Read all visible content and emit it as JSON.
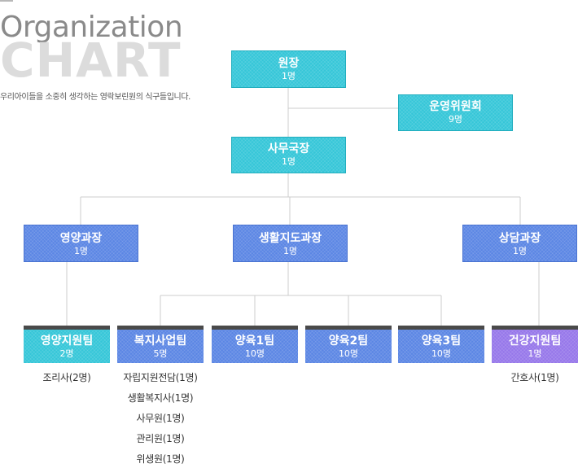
{
  "header": {
    "title_line1": "Organization",
    "title_line2": "CHART",
    "subtitle": "우리아이들을 소중히 생각하는 영락보린원의 식구들입니다."
  },
  "colors": {
    "teal": "#35c6d8",
    "blue": "#5b86e4",
    "purple": "#9677ea",
    "connector": "#cccccc"
  },
  "nodes": {
    "director": {
      "title": "원장",
      "count": "1명"
    },
    "committee": {
      "title": "운영위원회",
      "count": "9명"
    },
    "secretary_general": {
      "title": "사무국장",
      "count": "1명"
    },
    "nutrition_head": {
      "title": "영양과장",
      "count": "1명"
    },
    "life_guidance_head": {
      "title": "생활지도과장",
      "count": "1명"
    },
    "counseling_head": {
      "title": "상담과장",
      "count": "1명"
    },
    "nutrition_support": {
      "title": "영양지원팀",
      "count": "2명"
    },
    "welfare_team": {
      "title": "복지사업팀",
      "count": "5명"
    },
    "care_team_1": {
      "title": "양육1팀",
      "count": "10명"
    },
    "care_team_2": {
      "title": "양육2팀",
      "count": "10명"
    },
    "care_team_3": {
      "title": "양육3팀",
      "count": "10명"
    },
    "health_support": {
      "title": "건강지원팀",
      "count": "1명"
    }
  },
  "staff": {
    "nutrition_support": [
      "조리사(2명)"
    ],
    "welfare_team": [
      "자립지원전담(1명)",
      "생활복지사(1명)",
      "사무원(1명)",
      "관리원(1명)",
      "위생원(1명)"
    ],
    "health_support": [
      "간호사(1명)"
    ]
  }
}
